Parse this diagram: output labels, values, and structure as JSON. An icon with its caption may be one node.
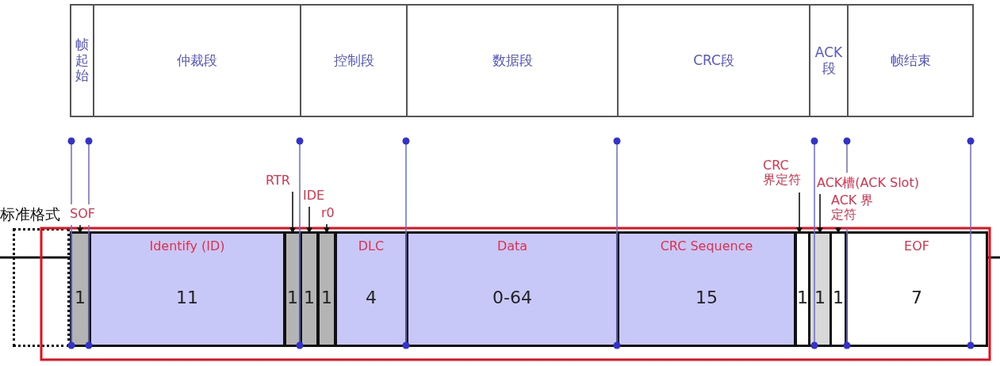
{
  "diagram": {
    "nodes": [
      {
        "text": [
          "帧起始"
        ]
      },
      {
        "text": [
          "仲裁段"
        ]
      },
      {
        "text": [
          "控制段"
        ]
      },
      {
        "text": [
          "数据段"
        ]
      },
      {
        "text": [
          "CRC段"
        ]
      },
      {
        "text": [
          "ACK段"
        ]
      },
      {
        "text": [
          "帧结束"
        ]
      },
      {
        "text": [
          "SOF"
        ]
      },
      {
        "text": [
          "RTR"
        ]
      },
      {
        "text": [
          "IDE"
        ]
      },
      {
        "text": [
          "r0"
        ]
      },
      {
        "text": [
          "CRC 界定符"
        ]
      },
      {
        "text": [
          "ACK槽(ACK Slot)"
        ]
      },
      {
        "text": [
          "ACK 界定符"
        ]
      },
      {
        "text": [],
        "shape": "box"
      },
      {
        "text": [
          "1"
        ]
      },
      {
        "text": [
          "Identify (ID)",
          "11"
        ]
      },
      {
        "text": [
          "1"
        ]
      },
      {
        "text": [
          "1"
        ]
      },
      {
        "text": [
          "1"
        ]
      },
      {
        "text": [
          "DLC",
          "4"
        ]
      },
      {
        "text": [
          "Data",
          "0-64"
        ]
      },
      {
        "text": [
          "CRC Sequence",
          "15"
        ]
      },
      {
        "text": [
          "1"
        ]
      },
      {
        "text": [
          "1"
        ]
      },
      {
        "text": [
          "1"
        ]
      },
      {
        "text": [
          "EOF",
          "7"
        ]
      }
    ],
    "edges": [
      {
        "from": 7,
        "to": 15,
        "arrow": "to"
      },
      {
        "from": 8,
        "to": 17,
        "arrow": "to"
      },
      {
        "from": 9,
        "to": 18,
        "arrow": "to"
      },
      {
        "from": 10,
        "to": 19,
        "arrow": "to"
      },
      {
        "from": 11,
        "to": 23,
        "arrow": "to"
      },
      {
        "from": 12,
        "to": 24,
        "arrow": "to"
      },
      {
        "from": 13,
        "to": 25,
        "arrow": "to"
      }
    ],
    "labels": [
      "标准格式"
    ]
  }
}
